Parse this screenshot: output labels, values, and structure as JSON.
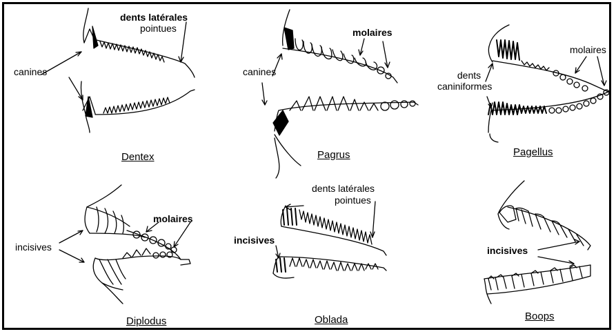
{
  "panels": [
    {
      "genus": "Dentex",
      "labels": [
        "dents latérales",
        "pointues",
        "canines"
      ]
    },
    {
      "genus": "Pagrus",
      "labels": [
        "molaires",
        "canines"
      ]
    },
    {
      "genus": "Pagellus",
      "labels": [
        "molaires",
        "dents",
        "caniniformes"
      ]
    },
    {
      "genus": "Diplodus",
      "labels": [
        "molaires",
        "incisives"
      ]
    },
    {
      "genus": "Oblada",
      "labels": [
        "dents latérales",
        "pointues",
        "incisives"
      ]
    },
    {
      "genus": "Boops",
      "labels": [
        "incisives"
      ]
    }
  ]
}
